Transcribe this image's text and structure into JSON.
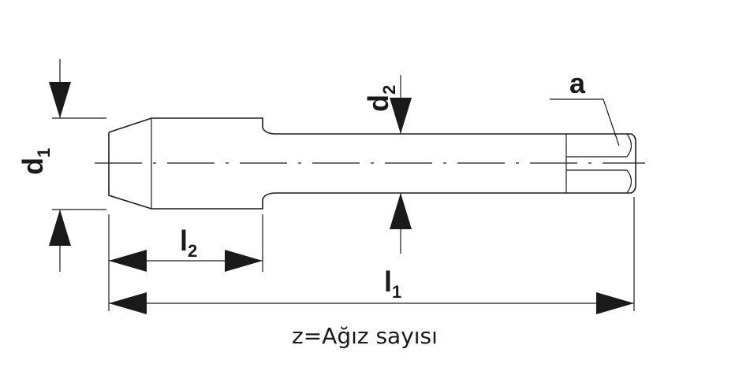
{
  "labels": {
    "d1_main": "d",
    "d1_sub": "1",
    "d2_main": "d",
    "d2_sub": "2",
    "l1_main": "l",
    "l1_sub": "1",
    "l2_main": "l",
    "l2_sub": "2",
    "a": "a"
  },
  "caption": "z=Ağız sayısı"
}
